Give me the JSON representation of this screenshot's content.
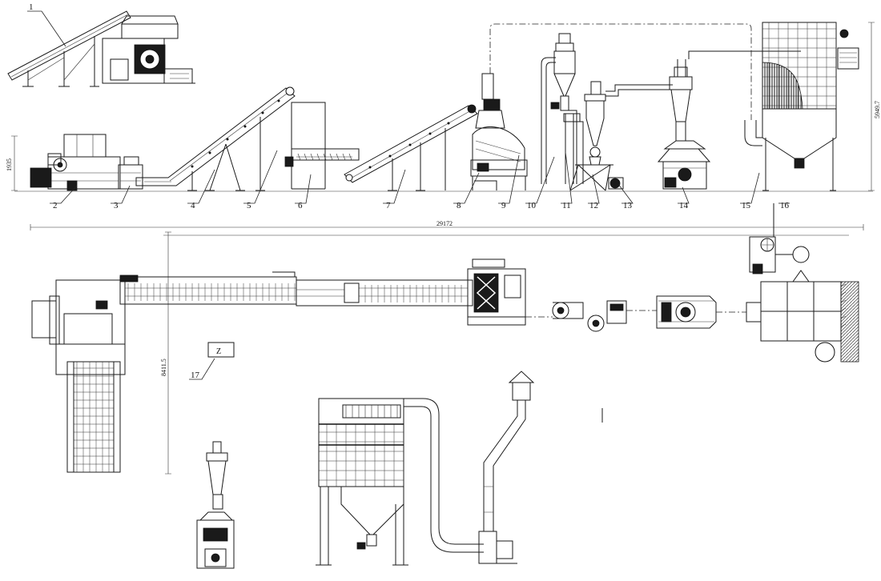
{
  "callouts": [
    "1",
    "2",
    "3",
    "4",
    "5",
    "6",
    "7",
    "8",
    "9",
    "10",
    "11",
    "12",
    "13",
    "14",
    "15",
    "16",
    "17"
  ],
  "dimensions": {
    "overall_length": "29172",
    "elevation_left": "1935",
    "elevation_right": "5949.7",
    "plan_depth": "8411.5"
  },
  "symbols": {
    "panel_glyph": "Z"
  }
}
